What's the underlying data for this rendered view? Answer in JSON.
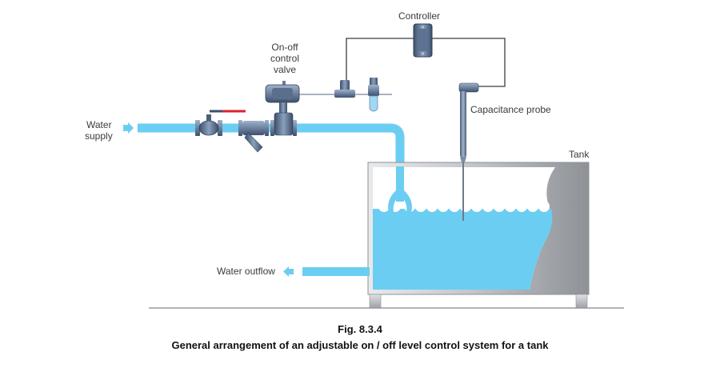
{
  "labels": {
    "controller": "Controller",
    "valve_line1": "On-off",
    "valve_line2": "control",
    "valve_line3": "valve",
    "water_supply_line1": "Water",
    "water_supply_line2": "supply",
    "capacitance_probe": "Capacitance probe",
    "tank": "Tank",
    "water_outflow": "Water outflow"
  },
  "caption": {
    "fig": "Fig. 8.3.4",
    "title": "General arrangement of an adjustable on / off level control system for a tank"
  },
  "colors": {
    "water": "#6ccdf2",
    "pipe": "#6ccdf2",
    "valve_body": "#5a6f8c",
    "tank_steel": "#b9bcc0",
    "ground_line": "#9a9a9a",
    "handle": "#d9232d",
    "wire": "#3c3c3c"
  }
}
